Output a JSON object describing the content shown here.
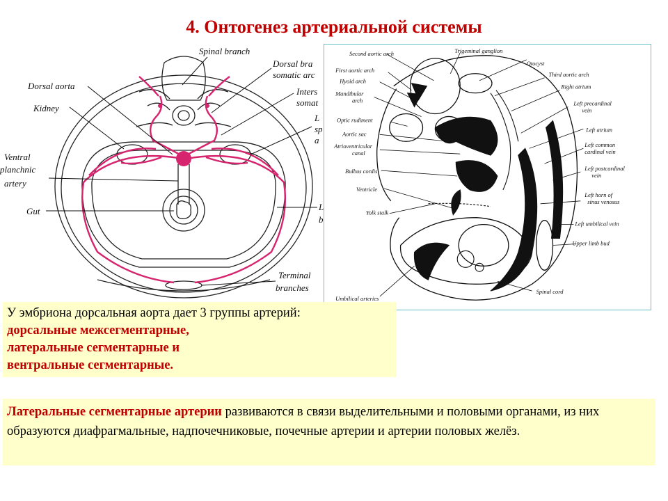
{
  "title": "4. Онтогенез артериальной системы",
  "left_diagram": {
    "labels": {
      "spinal_branch": "Spinal branch",
      "dorsal_aorta": "Dorsal aorta",
      "dorsal_branch": "Dorsal bra",
      "somatic_arc": "somatic arc",
      "interseg_1": "Inters",
      "interseg_2": "somat",
      "kidney": "Kidney",
      "lateral_1": "L",
      "lateral_2": "sp",
      "lateral_3": "a",
      "ventral_1": "Ventral",
      "ventral_2": "planchnic",
      "ventral_3": "artery",
      "gut": "Gut",
      "right_1": "L",
      "right_2": "b",
      "terminal_1": "Terminal",
      "terminal_2": "branches"
    }
  },
  "right_diagram": {
    "labels": {
      "second_aortic_arch": "Second aortic arch",
      "trigeminal_ganglion": "Trigeminal ganglion",
      "otocyst": "Otocyst",
      "first_aortic_arch": "First aortic arch",
      "third_aortic_arch": "Third aortic arch",
      "hyoid_arch": "Hyoid arch",
      "right_atrium": "Right atrium",
      "mandibular_1": "Mandibular",
      "mandibular_2": "arch",
      "left_precardinal_1": "Left precardinal",
      "left_precardinal_2": "vein",
      "optic_rudiment": "Optic rudiment",
      "left_atrium": "Left atrium",
      "aortic_sac": "Aortic sac",
      "left_common_1": "Left common",
      "left_common_2": "cardinal vein",
      "atrioventricular_1": "Atrioventricular",
      "atrioventricular_2": "canal",
      "bulbus_cordis": "Bulbus cordis",
      "left_postcardinal_1": "Left postcardinal",
      "left_postcardinal_2": "vein",
      "ventricle": "Ventricle",
      "left_horn_1": "Left horn of",
      "left_horn_2": "sinus venosus",
      "yolk_stalk": "Yolk stalk",
      "left_umbilical_vein": "Left umbilical vein",
      "upper_limb_bud": "Upper limb bud",
      "spinal_cord": "Spinal cord",
      "umbilical_arteries": "Umbilical arteries"
    }
  },
  "text_box_1": {
    "line1": "У эмбриона дорсальная аорта дает 3 группы артерий:",
    "line2": "дорсальные межсегментарные,",
    "line3": "латеральные сегментарные и",
    "line4": "вентральные сегментарные."
  },
  "text_box_2": {
    "highlight": "Латеральные сегментарные артерии",
    "rest": " развиваются в связи выделительными и половыми органами, из них образуются диафрагмальные, надпочечниковые, почечные артерии и артерии половых желёз."
  }
}
